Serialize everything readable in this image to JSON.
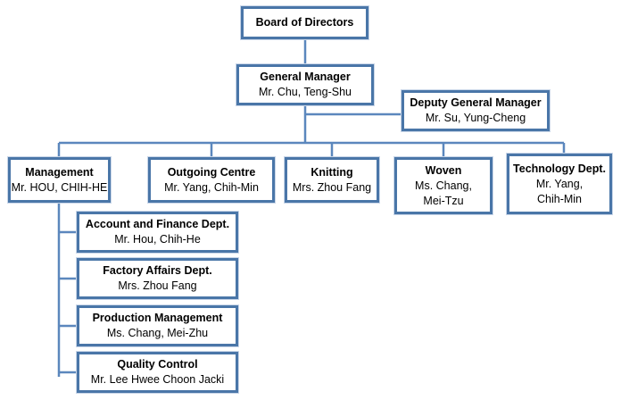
{
  "colors": {
    "line": "#5b87bd",
    "border": "#4a76a8"
  },
  "board": {
    "title": "Board of Directors"
  },
  "gm": {
    "title": "General Manager",
    "name": "Mr. Chu, Teng-Shu"
  },
  "dgm": {
    "title": "Deputy General Manager",
    "name": "Mr. Su, Yung-Cheng"
  },
  "depts": [
    {
      "title": "Management",
      "name": [
        "Mr. HOU, CHIH-HE"
      ]
    },
    {
      "title": "Outgoing Centre",
      "name": [
        "Mr. Yang, Chih-Min"
      ]
    },
    {
      "title": "Knitting",
      "name": [
        "Mrs. Zhou Fang"
      ]
    },
    {
      "title": "Woven",
      "name": [
        "Ms. Chang,",
        "Mei-Tzu"
      ]
    },
    {
      "title": "Technology Dept.",
      "name": [
        "Mr. Yang,",
        "Chih-Min"
      ]
    }
  ],
  "subs": [
    {
      "title": "Account and Finance Dept.",
      "name": "Mr. Hou, Chih-He"
    },
    {
      "title": "Factory Affairs Dept.",
      "name": "Mrs. Zhou Fang"
    },
    {
      "title": "Production Management",
      "name": "Ms. Chang, Mei-Zhu"
    },
    {
      "title": "Quality Control",
      "name": "Mr. Lee Hwee Choon Jacki"
    }
  ]
}
